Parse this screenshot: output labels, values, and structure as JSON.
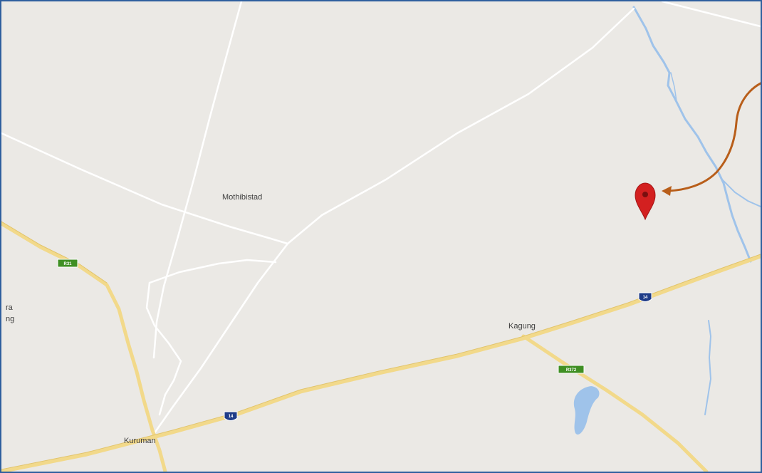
{
  "map": {
    "places": {
      "mothibistad": "Mothibistad",
      "kagung": "Kagung",
      "kuruman": "Kuruman",
      "cut_label_line1": "ra",
      "cut_label_line2": "ng"
    },
    "road_shields": {
      "r31": "R31",
      "r372": "R372",
      "n14_east": "14",
      "n14_west": "14"
    },
    "colors": {
      "land": "#ebe9e5",
      "major_road": "#f2d98a",
      "minor_road": "#ffffff",
      "water": "#9fc3ea",
      "marker": "#d32020",
      "annotation_arrow": "#b85e1a",
      "frame_border": "#2f5f9e",
      "regional_shield": "#3f8f23",
      "national_shield": "#1f3c88"
    },
    "icons": {
      "marker": "map-pin-icon",
      "arrow": "annotation-arrow-icon"
    }
  }
}
